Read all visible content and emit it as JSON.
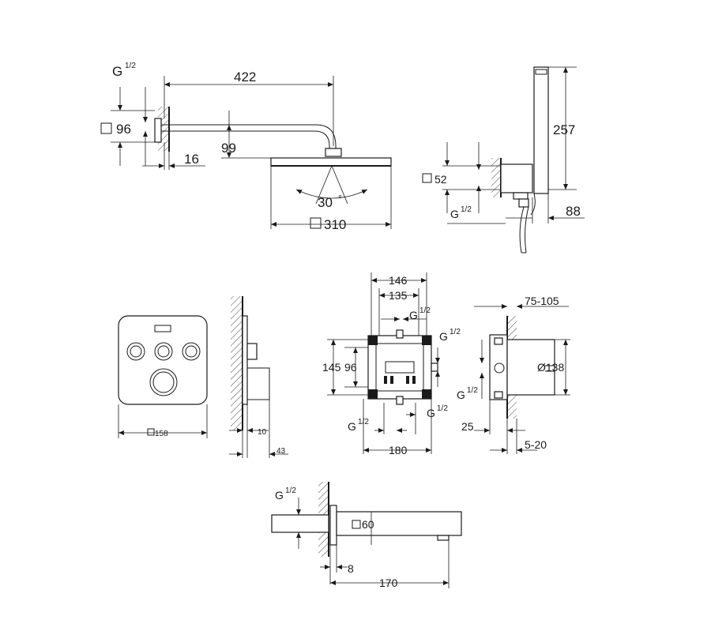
{
  "shower_head": {
    "thread": "G",
    "thread_frac": "1/2",
    "rose_label": "96",
    "arm_length": "422",
    "arm_height": "99",
    "flange": "16",
    "angle": "30",
    "angle_unit": "°",
    "head_size": "310"
  },
  "hand_shower": {
    "height": "257",
    "bracket": "52",
    "thread": "G",
    "thread_frac": "1/2",
    "depth": "88"
  },
  "control_panel": {
    "width": "158",
    "side_10": "10",
    "side_43": "43"
  },
  "rough_in_front": {
    "w146": "146",
    "w135": "135",
    "h145": "145",
    "h96": "96",
    "w180": "180",
    "thread": "G",
    "thread_frac": "1/2"
  },
  "rough_in_side": {
    "range": "75-105",
    "diameter": "Ø138",
    "d25": "25",
    "range2": "5-20",
    "thread": "G",
    "thread_frac": "1/2"
  },
  "spout": {
    "thread": "G",
    "thread_frac": "1/2",
    "square": "60",
    "d8": "8",
    "length": "170"
  }
}
